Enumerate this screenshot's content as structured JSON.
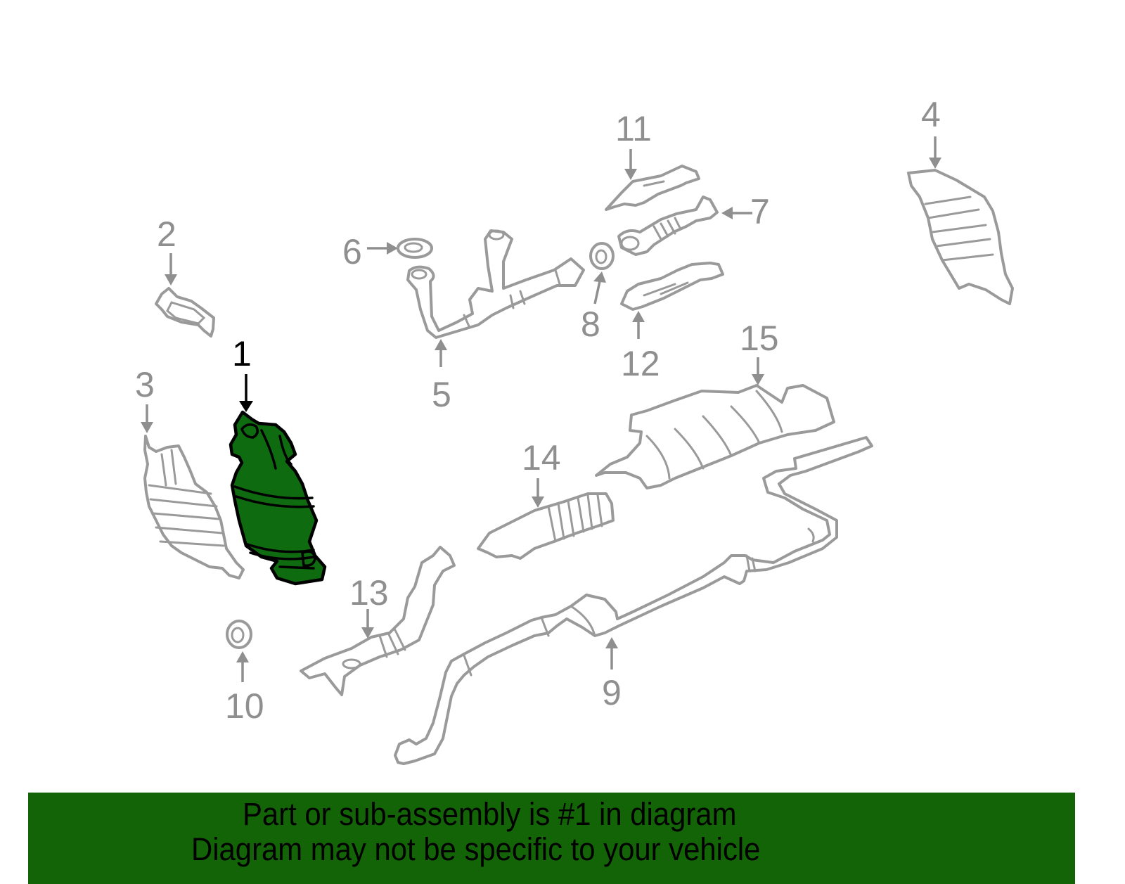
{
  "diagram": {
    "highlighted_part": "1",
    "highlight_color": "#0f6b0f",
    "line_color": "#9a9a9a",
    "callouts": [
      {
        "id": "1",
        "label": "1",
        "active": true
      },
      {
        "id": "2",
        "label": "2"
      },
      {
        "id": "3",
        "label": "3"
      },
      {
        "id": "4",
        "label": "4"
      },
      {
        "id": "5",
        "label": "5"
      },
      {
        "id": "6",
        "label": "6"
      },
      {
        "id": "7",
        "label": "7"
      },
      {
        "id": "8",
        "label": "8"
      },
      {
        "id": "9",
        "label": "9"
      },
      {
        "id": "10",
        "label": "10"
      },
      {
        "id": "11",
        "label": "11"
      },
      {
        "id": "12",
        "label": "12"
      },
      {
        "id": "13",
        "label": "13"
      },
      {
        "id": "14",
        "label": "14"
      },
      {
        "id": "15",
        "label": "15"
      }
    ]
  },
  "banner": {
    "background": "#136307",
    "line1": "Part or sub-assembly is #1 in diagram",
    "line2": "Diagram may not be specific to your vehicle"
  }
}
